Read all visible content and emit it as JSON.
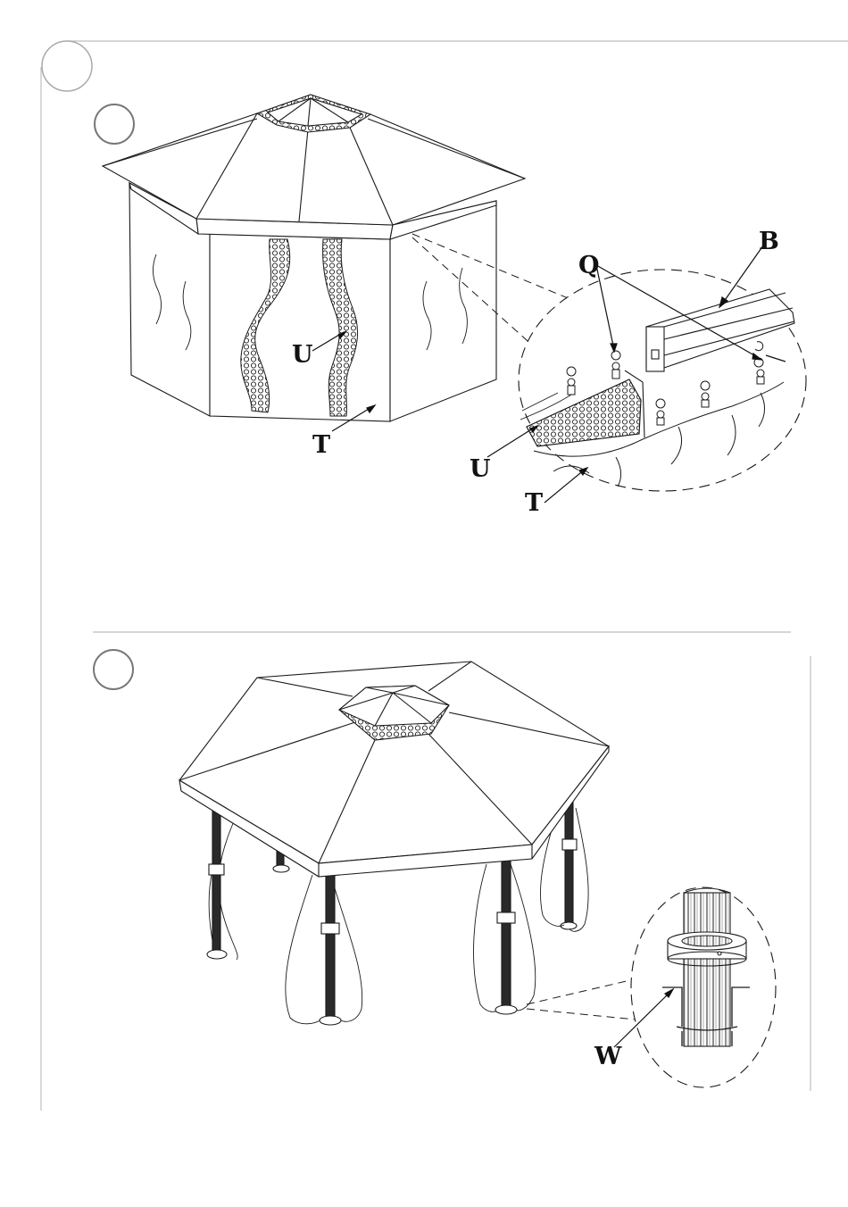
{
  "page": {
    "step_circles": [
      {
        "number": ""
      },
      {
        "number": ""
      },
      {
        "number": ""
      }
    ]
  },
  "figure_top": {
    "labels": {
      "U_main": "U",
      "T_main": "T"
    },
    "detail": {
      "labels": {
        "Q": "Q",
        "B": "B",
        "U": "U",
        "T": "T"
      }
    }
  },
  "figure_bottom": {
    "detail": {
      "labels": {
        "W": "W"
      }
    }
  },
  "colors": {
    "line": "#1a1a1a",
    "frame": "#bdbdbd",
    "circle": "#777777",
    "post": "#2a2a2a"
  }
}
